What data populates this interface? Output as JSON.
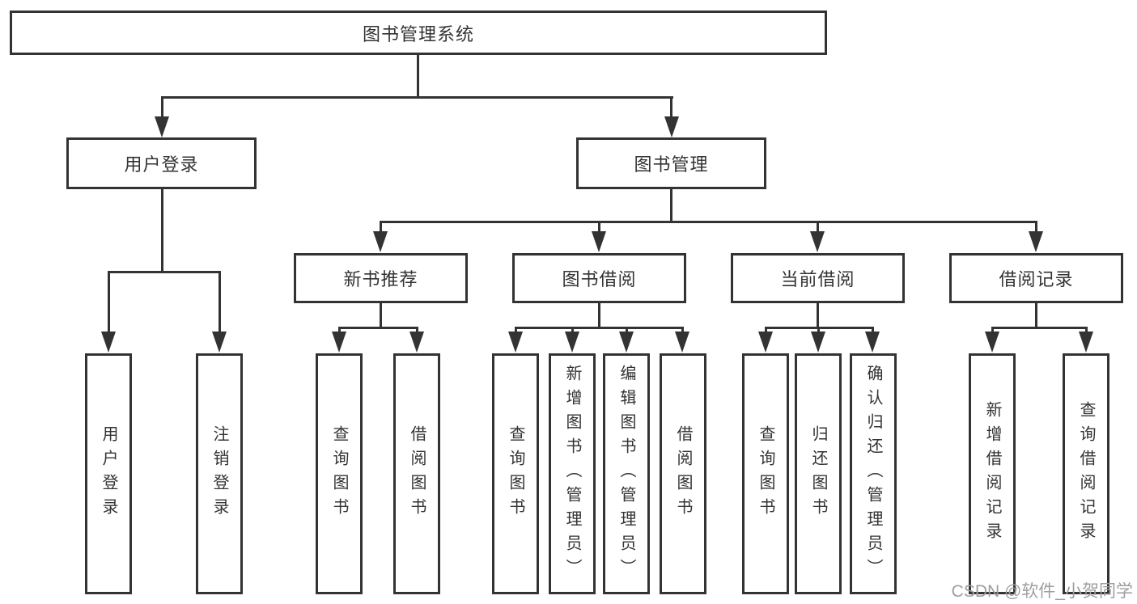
{
  "diagram_title": "图书管理系统",
  "nodes": {
    "root": "图书管理系统",
    "user_login": "用户登录",
    "book_mgmt": "图书管理",
    "new_book_rec": "新书推荐",
    "book_borrow": "图书借阅",
    "current_borrow": "当前借阅",
    "borrow_records": "借阅记录",
    "leaf_user_login": "用户登录",
    "leaf_logout": "注销登录",
    "leaf_rec_query_book": "查询图书",
    "leaf_rec_borrow_book": "借阅图书",
    "leaf_bb_query_book": "查询图书",
    "leaf_bb_add_book": "新增图书（管理员）",
    "leaf_bb_edit_book": "编辑图书（管理员）",
    "leaf_bb_borrow_book": "借阅图书",
    "leaf_cb_query_book": "查询图书",
    "leaf_cb_return_book": "归还图书",
    "leaf_cb_confirm_return": "确认归还（管理员）",
    "leaf_br_add_record": "新增借阅记录",
    "leaf_br_query_record": "查询借阅记录"
  },
  "watermark": "CSDN @软件_小贺同学",
  "colors": {
    "stroke": "#333333",
    "text": "#333333",
    "watermark": "#9e9e9e",
    "background": "#ffffff"
  }
}
